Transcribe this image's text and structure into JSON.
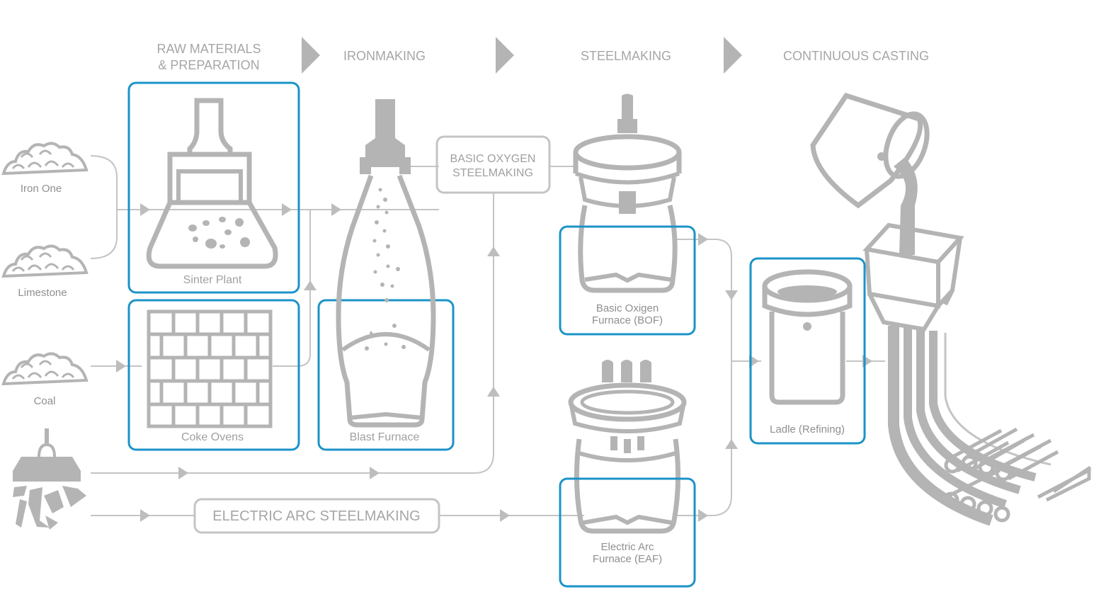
{
  "stages": {
    "raw_materials_1": "RAW MATERIALS",
    "raw_materials_2": "& PREPARATION",
    "ironmaking": "IRONMAKING",
    "steelmaking": "STEELMAKING",
    "continuous_casting": "CONTINUOUS CASTING"
  },
  "inputs": {
    "iron_ore": "Iron One",
    "limestone": "Limestone",
    "coal": "Coal"
  },
  "units": {
    "sinter_plant": "Sinter Plant",
    "coke_ovens": "Coke Ovens",
    "blast_furnace": "Blast Furnace",
    "bof_1": "Basic Oxigen",
    "bof_2": "Furnace (BOF)",
    "eaf_1": "Electric Arc",
    "eaf_2": "Furnace (EAF)",
    "ladle": "Ladle (Refining)"
  },
  "routes": {
    "bos_1": "BASIC OXYGEN",
    "bos_2": "STEELMAKING",
    "eas": "ELECTRIC ARC STEELMAKING"
  },
  "colors": {
    "highlight": "#1b93c8",
    "equipment": "#b4b4b4",
    "text": "#a6a6a6"
  }
}
